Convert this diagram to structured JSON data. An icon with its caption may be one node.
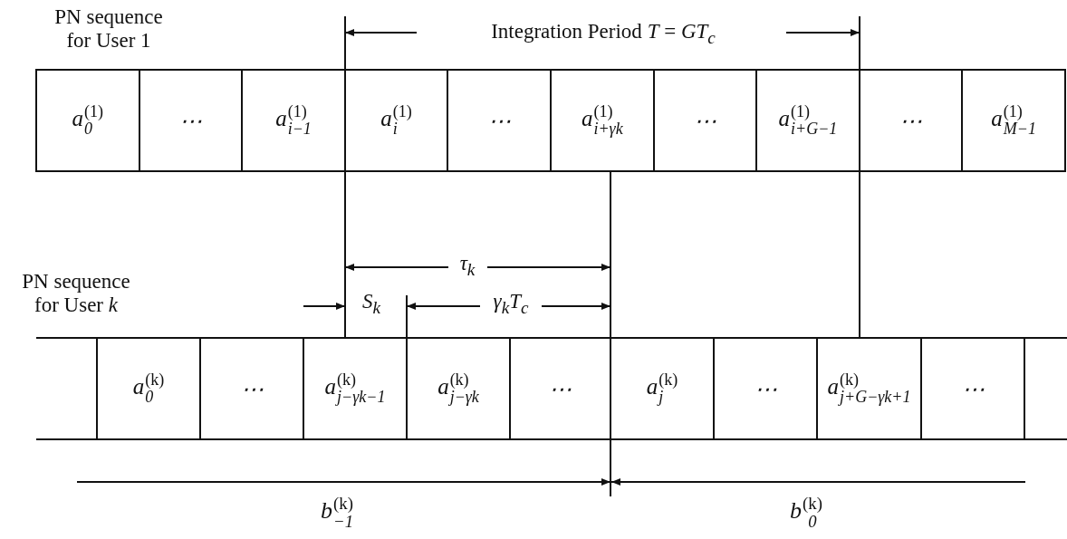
{
  "diagram": {
    "nodes": [
      {
        "text": [
          "a$^{(1)}$$_{0}$"
        ]
      },
      {
        "text": [
          "⋯"
        ]
      },
      {
        "text": [
          "a$^{(1)}$$_{i−1}$"
        ]
      },
      {
        "text": [
          "a$^{(1)}$$_{i}$"
        ]
      },
      {
        "text": [
          "⋯"
        ]
      },
      {
        "text": [
          "a$^{(1)}$$_{i+γk}$"
        ]
      },
      {
        "text": [
          "⋯"
        ]
      },
      {
        "text": [
          "a$^{(1)}$$_{i+G−1}$"
        ]
      },
      {
        "text": [
          "⋯"
        ]
      },
      {
        "text": [
          "a$^{(1)}$$_{M−1}$"
        ]
      },
      {
        "text": [
          "a$^{(k)}$$_{0}$"
        ]
      },
      {
        "text": [
          "⋯"
        ]
      },
      {
        "text": [
          "a$^{(k)}$$_{j−γk−1}$"
        ]
      },
      {
        "text": [
          "a$^{(k)}$$_{j−γk}$"
        ]
      },
      {
        "text": [
          "⋯"
        ]
      },
      {
        "text": [
          "a$^{(k)}$$_{j}$"
        ]
      },
      {
        "text": [
          "⋯"
        ]
      },
      {
        "text": [
          "a$^{(k)}$$_{j+G−γk+1}$"
        ]
      },
      {
        "text": [
          "⋯"
        ]
      }
    ],
    "edges": [],
    "labels": [
      "PN sequence for User 1",
      "Integration Period *T* = *GT*$_{c}$",
      "*τ*$_{k}$",
      "PN sequence for User *k*",
      "*S*$_{k}$",
      "*γ*$_{k}$*T*$_{c}$",
      "*b*$^{(k)}$$_{−1}$",
      "*b*$^{(k)}$$_{0}$"
    ]
  }
}
